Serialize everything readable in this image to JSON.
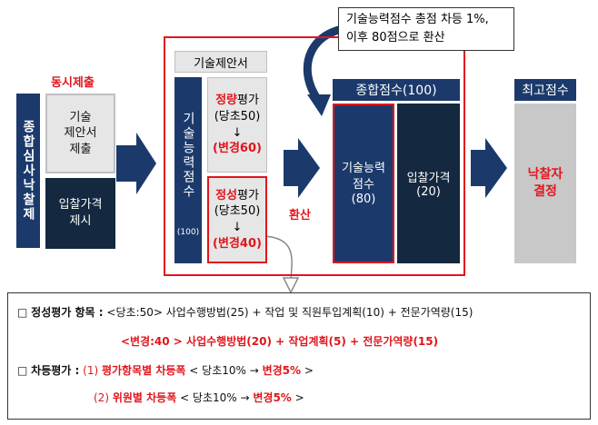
{
  "left": {
    "simul_label": "동시제출",
    "vertical_label": "종합심사낙찰제",
    "tech_submit": "기술\n제안서\n제출",
    "price_present": "입찰가격\n제시"
  },
  "proposal": {
    "title": "기술제안서",
    "tech_score_vertical": "기술능력점수",
    "tech_score_num": "(100)",
    "qty": {
      "hl": "정량",
      "suffix": "평가",
      "orig": "(당초50)",
      "arrow": "↓",
      "changed": "(변경60)"
    },
    "qual": {
      "hl": "정성",
      "suffix": "평가",
      "orig": "(당초50)",
      "arrow": "↓",
      "changed": "(변경40)"
    }
  },
  "convert_label": "환산",
  "callout": {
    "line1": "기술능력점수 총점 차등 1%,",
    "line2": "이후 80점으로 환산"
  },
  "total": {
    "title": "종합점수(100)",
    "tech_label": "기술능력\n점수",
    "tech_num": "(80)",
    "price_label": "입찰가격",
    "price_num": "(20)"
  },
  "top": {
    "title": "최고점수",
    "result": "낙찰자\n결정"
  },
  "notes": {
    "check": "□",
    "qual_items_label": "정성평가 항목 :",
    "qual_items_text": " <당초:50> 사업수행방법(25) + 작업 및 직원투입계획(10) + 전문가역량(15)",
    "changed_line": "<변경:40 > 사업수행방법(20) + 작업계획(5) + 전문가역량(15)",
    "diff_label": "차등평가 :",
    "diff1_num": "(1)",
    "diff1_title": "평가항목별 차등폭",
    "diff1_text": " < 당초10% → ",
    "diff1_changed": "변경5%",
    "diff1_end": " >",
    "diff2_num": "(2)",
    "diff2_title": "위원별 차등폭",
    "diff2_text": " < 당초10% → ",
    "diff2_changed": "변경5%",
    "diff2_end": " >"
  },
  "colors": {
    "navy": "#1b3a6b",
    "dark": "#14283f",
    "red": "#e0161c",
    "gray": "#c8c8c8"
  }
}
